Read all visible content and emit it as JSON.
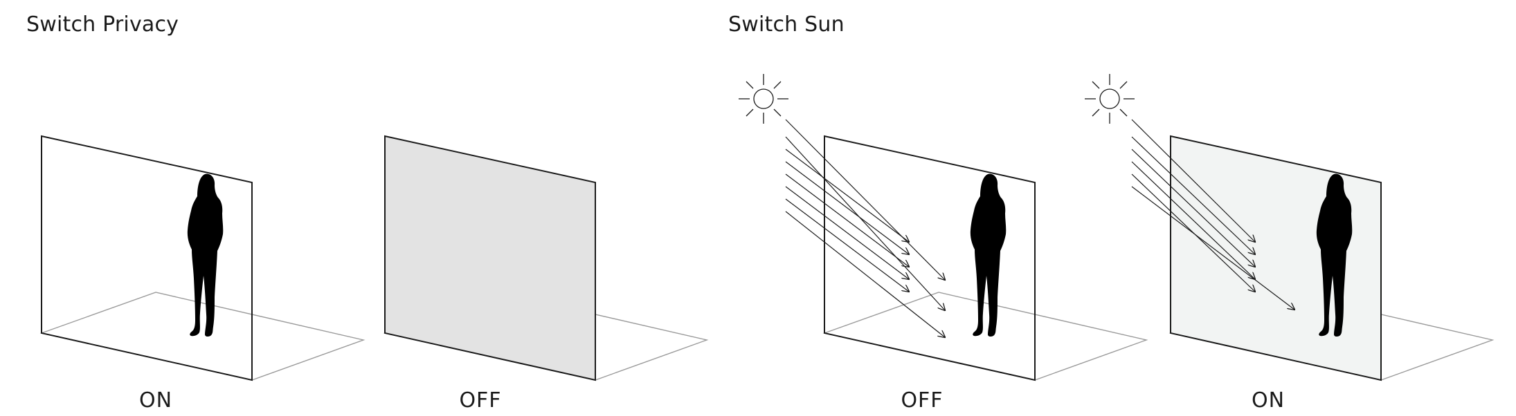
{
  "sections": [
    {
      "title": "Switch Privacy",
      "panels": [
        {
          "caption": "ON",
          "glass": "clear",
          "sun": false
        },
        {
          "caption": "OFF",
          "glass": "frosted",
          "sun": false
        }
      ]
    },
    {
      "title": "Switch Sun",
      "panels": [
        {
          "caption": "OFF",
          "glass": "clear",
          "sun": true
        },
        {
          "caption": "ON",
          "glass": "tinted",
          "sun": true
        }
      ]
    }
  ],
  "colors": {
    "line": "#1a1a1a",
    "floor_line": "#9a9a9a",
    "frosted_fill": "#e3e3e3",
    "tinted_fill": "#f2f4f3",
    "figure": "#000000"
  }
}
